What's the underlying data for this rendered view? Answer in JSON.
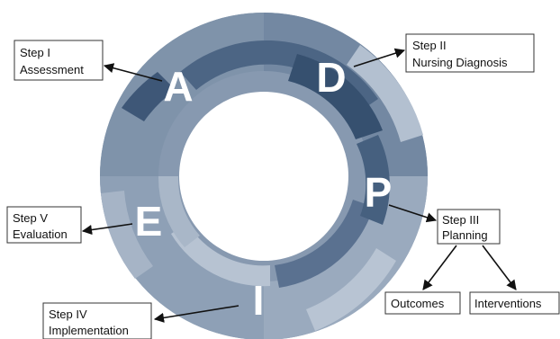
{
  "letters": {
    "assessment": "A",
    "diagnosis": "D",
    "planning": "P",
    "evaluation": "E",
    "implementation": "I"
  },
  "steps": {
    "assessment": {
      "line1": "Step I",
      "line2": "Assessment"
    },
    "diagnosis": {
      "line1": "Step II",
      "line2": "Nursing Diagnosis"
    },
    "planning": {
      "line1": "Step III",
      "line2": "Planning"
    },
    "implementation": {
      "line1": "Step IV",
      "line2": "Implementation"
    },
    "evaluation": {
      "line1": "Step V",
      "line2": "Evaluation"
    }
  },
  "planning_branches": {
    "outcomes": "Outcomes",
    "interventions": "Interventions"
  },
  "colors": {
    "ring_light": "#a9b7c8",
    "ring_mid": "#7f93aa",
    "ring_dark": "#4c6584",
    "ring_darkest": "#36506f",
    "box_border": "#333333",
    "arrow": "#111111"
  }
}
